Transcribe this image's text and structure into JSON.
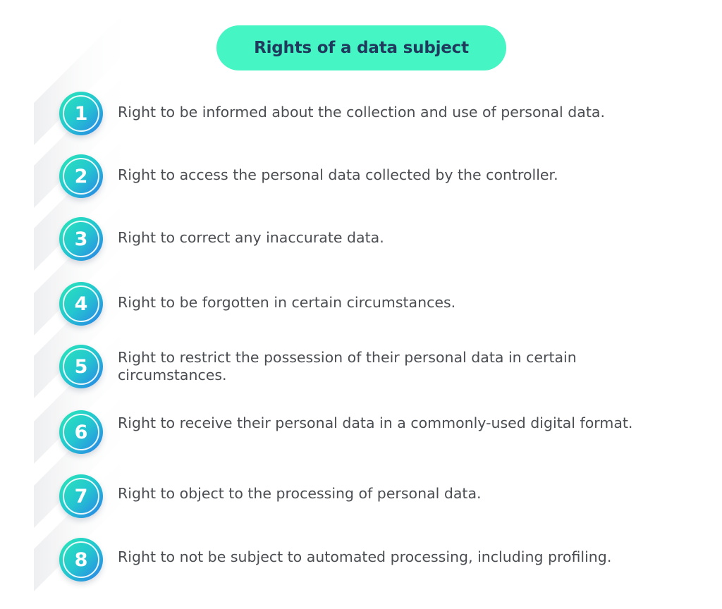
{
  "header": {
    "title": "Rights of a data subject"
  },
  "colors": {
    "title_pill": "#46f5c4",
    "title_text": "#1f3a5c",
    "badge_gradient_start": "#2ae8b6",
    "badge_gradient_end": "#2a7de8",
    "item_text": "#4a4d52"
  },
  "rights": [
    {
      "number": "1",
      "text": "Right to be informed about the collection and use of personal data."
    },
    {
      "number": "2",
      "text": "Right to access the personal data collected by the controller."
    },
    {
      "number": "3",
      "text": "Right to correct any inaccurate data."
    },
    {
      "number": "4",
      "text": "Right to be forgotten in certain circumstances."
    },
    {
      "number": "5",
      "text": "Right to restrict the possession of their personal data in certain circumstances."
    },
    {
      "number": "6",
      "text": "Right to receive their personal data in a commonly-used digital format."
    },
    {
      "number": "7",
      "text": "Right to object to the processing of personal data."
    },
    {
      "number": "8",
      "text": "Right to not be subject to automated processing, including profiling."
    }
  ]
}
